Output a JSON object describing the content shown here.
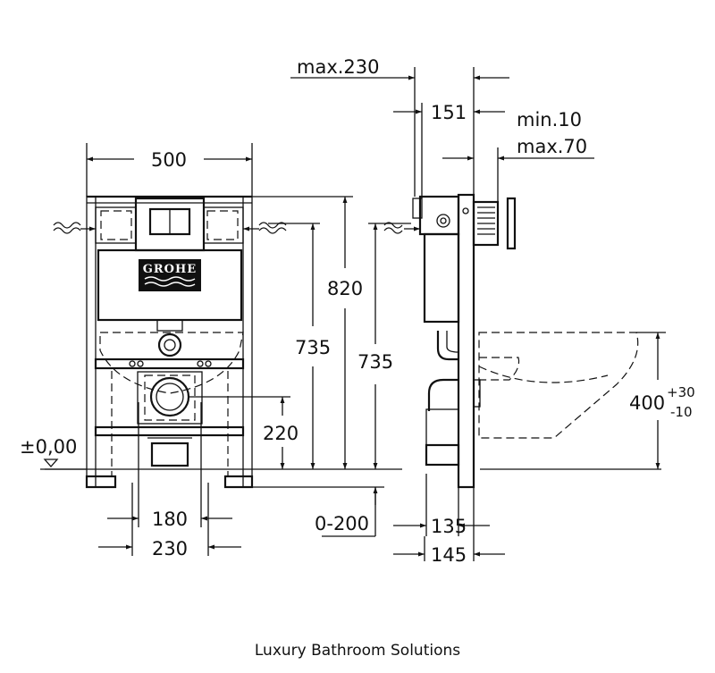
{
  "dimensions": {
    "width_500": "500",
    "height_820": "820",
    "height_735_a": "735",
    "height_735_b": "735",
    "height_220": "220",
    "level_zero": "±0,00",
    "width_180": "180",
    "width_230": "230",
    "range_0_200": "0-200",
    "depth_max230": "max.230",
    "depth_151": "151",
    "depth_min10": "min.10",
    "depth_max70": "max.70",
    "depth_135": "135",
    "depth_145": "145",
    "pan_height": "400",
    "pan_tol_plus": "+30",
    "pan_tol_minus": "-10"
  },
  "logo": {
    "brand": "GROHE"
  },
  "caption": "Luxury Bathroom Solutions"
}
